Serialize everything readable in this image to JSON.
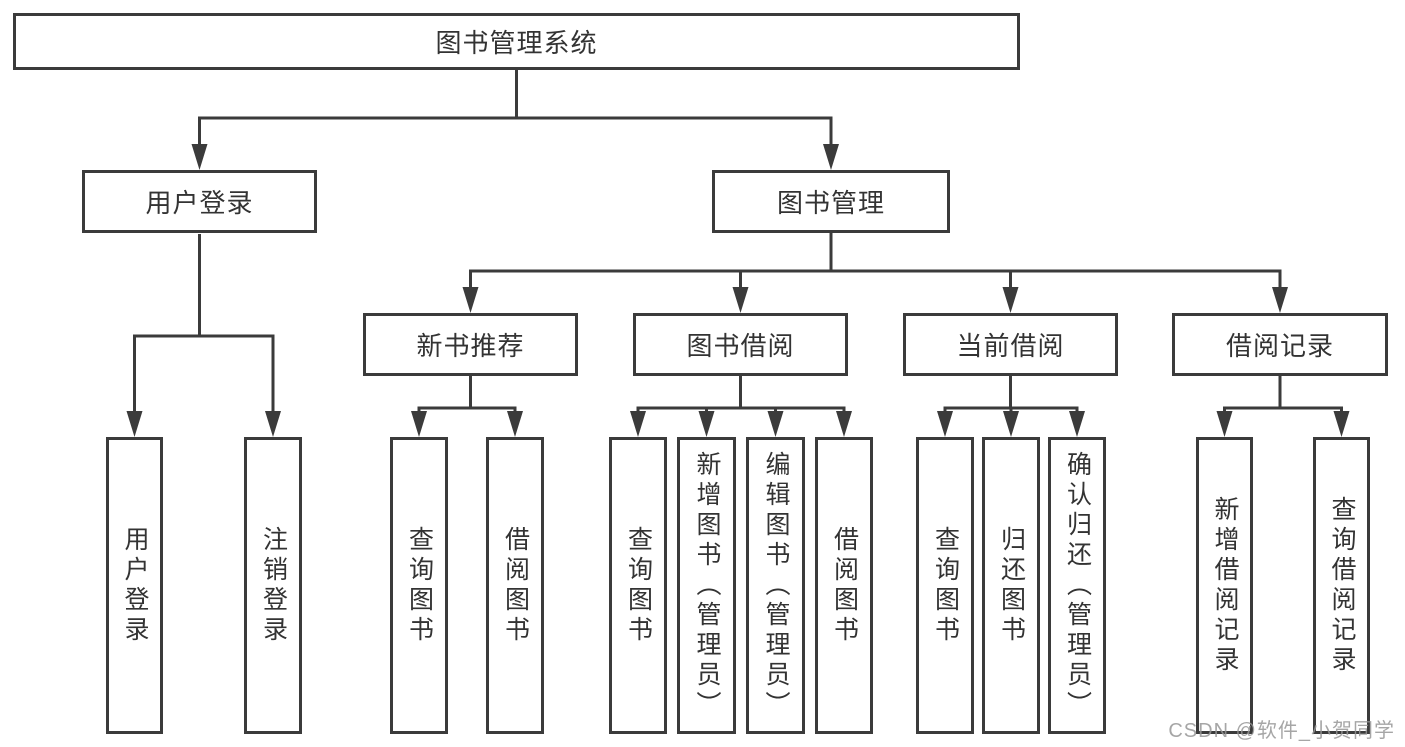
{
  "diagram": {
    "type": "tree",
    "watermark": "CSDN @软件_小贺同学",
    "colors": {
      "line": "#3b3b3b",
      "text": "#333333",
      "box_background": "#ffffff",
      "page_background": "#ffffff",
      "watermark": "#969696"
    },
    "tree": {
      "label": "图书管理系统",
      "children": [
        {
          "label": "用户登录",
          "children": [
            {
              "label": "用户登录"
            },
            {
              "label": "注销登录"
            }
          ]
        },
        {
          "label": "图书管理",
          "children": [
            {
              "label": "新书推荐",
              "children": [
                {
                  "label": "查询图书"
                },
                {
                  "label": "借阅图书"
                }
              ]
            },
            {
              "label": "图书借阅",
              "children": [
                {
                  "label": "查询图书"
                },
                {
                  "label": "新增图书（管理员）"
                },
                {
                  "label": "编辑图书（管理员）"
                },
                {
                  "label": "借阅图书"
                }
              ]
            },
            {
              "label": "当前借阅",
              "children": [
                {
                  "label": "查询图书"
                },
                {
                  "label": "归还图书"
                },
                {
                  "label": "确认归还（管理员）"
                }
              ]
            },
            {
              "label": "借阅记录",
              "children": [
                {
                  "label": "新增借阅记录"
                },
                {
                  "label": "查询借阅记录"
                }
              ]
            }
          ]
        }
      ]
    }
  }
}
